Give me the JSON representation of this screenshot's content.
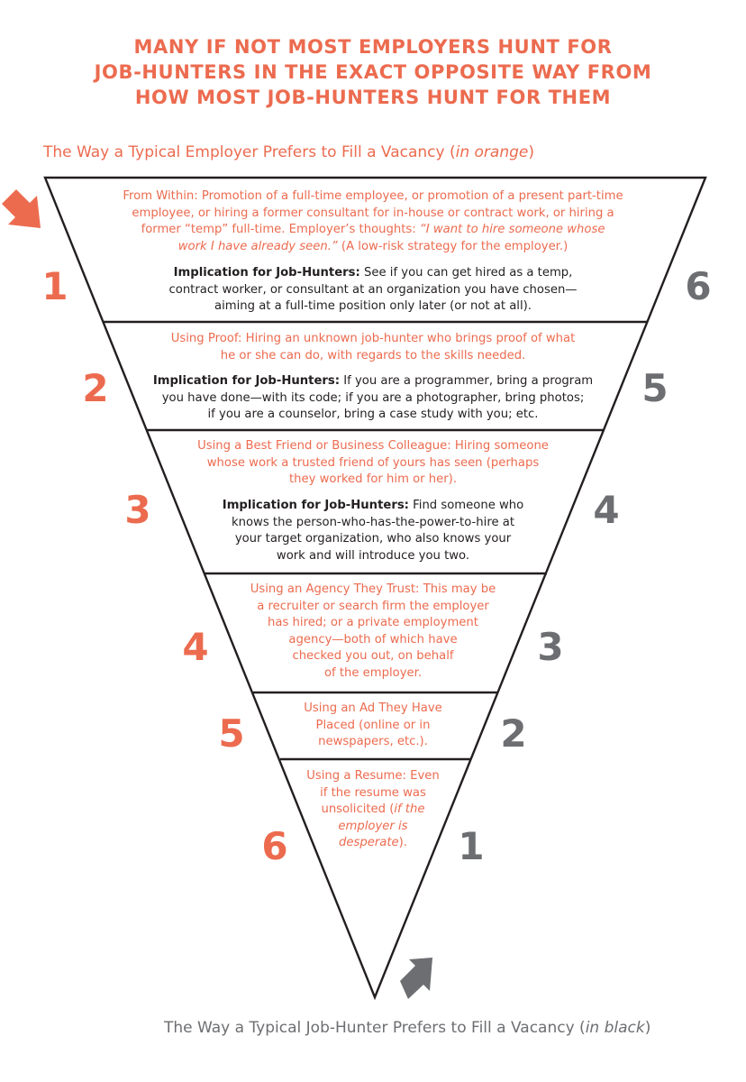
{
  "title": {
    "line1": "MANY IF NOT MOST EMPLOYERS HUNT FOR",
    "line2": "JOB-HUNTERS IN THE EXACT OPPOSITE WAY FROM",
    "line3": "HOW MOST JOB-HUNTERS HUNT FOR THEM"
  },
  "employer_caption": {
    "text": "The Way a Typical Employer Prefers to Fill a Vacancy (",
    "em": "in orange",
    "close": ")"
  },
  "jobhunter_caption": {
    "text": "The Way a Typical Job-Hunter Prefers to Fill a Vacancy (",
    "em": "in black",
    "close": ")"
  },
  "colors": {
    "orange": "#ec6b4f",
    "gray": "#6d6e71",
    "black": "#231f20"
  },
  "icons": {
    "employer_arrow": "down-right-arrow-icon",
    "jobhunter_arrow": "up-right-arrow-icon"
  },
  "tiers": [
    {
      "employer_rank": "1",
      "jobhunter_rank": "6",
      "employer_lines": [
        "From Within: Promotion of a full-time employee, or promotion of a present part-time",
        "employee, or hiring a former consultant for in-house or contract work, or hiring a",
        "former “temp” full-time. Employer’s thoughts:"
      ],
      "employer_quote_a": "“I want to hire someone whose",
      "employer_quote_b": "work I have already seen.”",
      "employer_tail": "(A low-risk strategy for the employer.)",
      "implication_label": "Implication for Job-Hunters:",
      "implication_lines": [
        "See if you can get hired as a temp,",
        "contract worker, or consultant at an organization you have chosen—",
        "aiming at a full-time position only later (or not at all)."
      ]
    },
    {
      "employer_rank": "2",
      "jobhunter_rank": "5",
      "employer_lines": [
        "Using Proof: Hiring an unknown job-hunter who brings proof of what",
        "he or she can do, with regards to the skills needed."
      ],
      "implication_label": "Implication for Job-Hunters:",
      "implication_lines": [
        "If you are a programmer, bring a program",
        "you have done—with its code; if you are a photographer, bring photos;",
        "if you are a counselor, bring a case study with you; etc."
      ]
    },
    {
      "employer_rank": "3",
      "jobhunter_rank": "4",
      "employer_lines": [
        "Using a Best Friend or Business Colleague: Hiring someone",
        "whose work a trusted friend of yours has seen (perhaps",
        "they worked for him or her)."
      ],
      "implication_label": "Implication for Job-Hunters:",
      "implication_lines": [
        "Find someone who",
        "knows the person-who-has-the-power-to-hire at",
        "your target organization, who also knows your",
        "work and will introduce you two."
      ]
    },
    {
      "employer_rank": "4",
      "jobhunter_rank": "3",
      "employer_lines": [
        "Using an Agency They Trust: This may be",
        "a recruiter or search firm the employer",
        "has hired; or a private employment",
        "agency—both of which have",
        "checked you out, on behalf",
        "of the employer."
      ]
    },
    {
      "employer_rank": "5",
      "jobhunter_rank": "2",
      "employer_lines": [
        "Using an Ad They Have",
        "Placed (online or in",
        "newspapers, etc.)."
      ]
    },
    {
      "employer_rank": "6",
      "jobhunter_rank": "1",
      "employer_lines": [
        "Using a Resume: Even",
        "if the resume was",
        "unsolicited ("
      ],
      "employer_em_a": "if the",
      "employer_em_b": "employer is",
      "employer_em_c": "desperate",
      "employer_end": ")."
    }
  ]
}
